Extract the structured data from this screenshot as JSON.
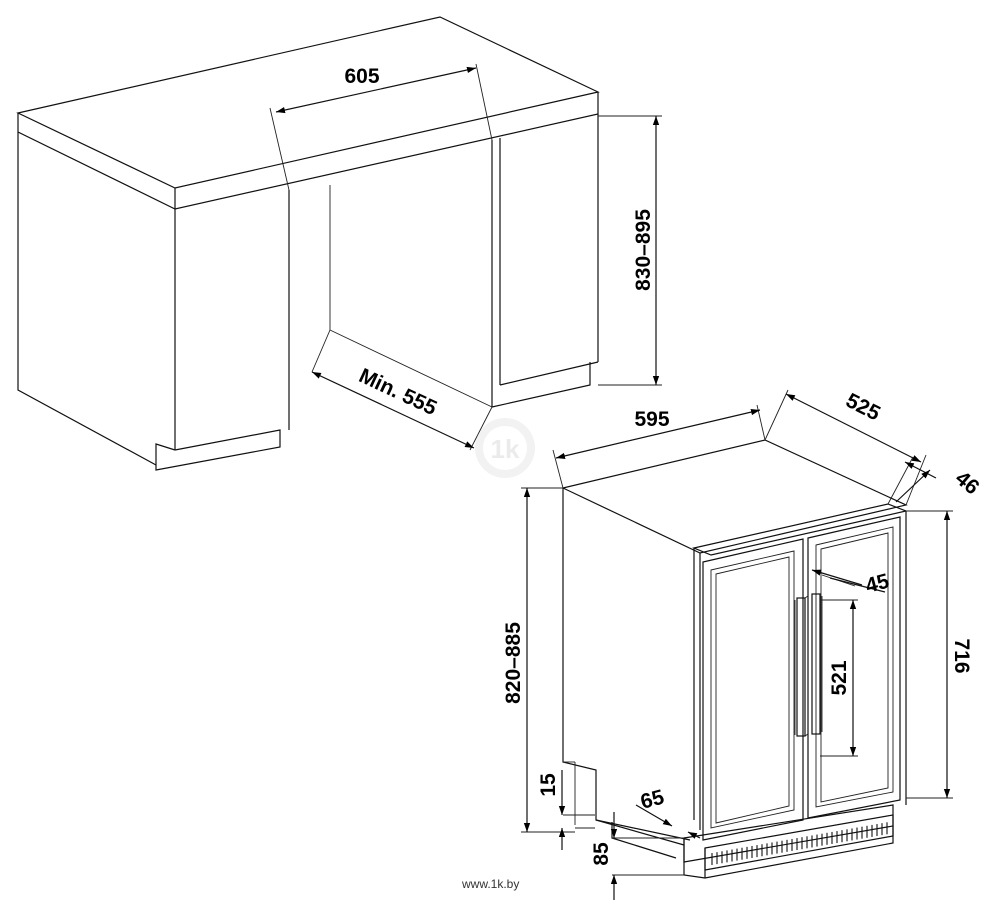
{
  "dimensions": {
    "cabinet_width": "605",
    "cabinet_height": "830–895",
    "cabinet_depth": "Min. 555",
    "unit_width": "595",
    "unit_depth": "525",
    "door_offset": "46",
    "unit_height": "820–885",
    "door_height": "716",
    "handle_offset": "45",
    "handle_length": "521",
    "plinth_gap": "15",
    "plinth_depth": "65",
    "plinth_height": "85"
  },
  "watermark": {
    "logo_text": "1k",
    "caption": "www.1k.by"
  }
}
